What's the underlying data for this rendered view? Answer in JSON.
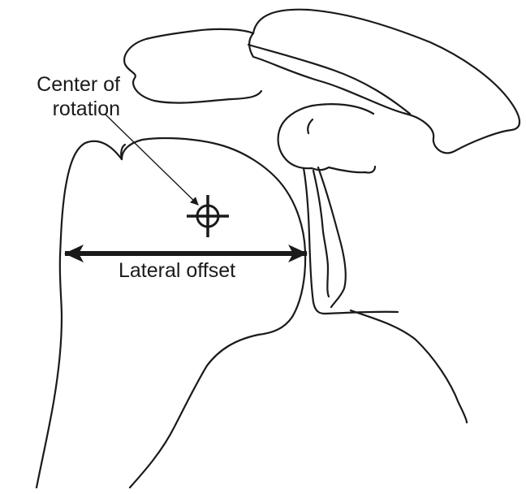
{
  "labels": {
    "center_of_rotation_line1": "Center of",
    "center_of_rotation_line2": "rotation",
    "lateral_offset": "Lateral offset"
  },
  "colors": {
    "ink": "#1a1a1a",
    "background": "#ffffff"
  }
}
